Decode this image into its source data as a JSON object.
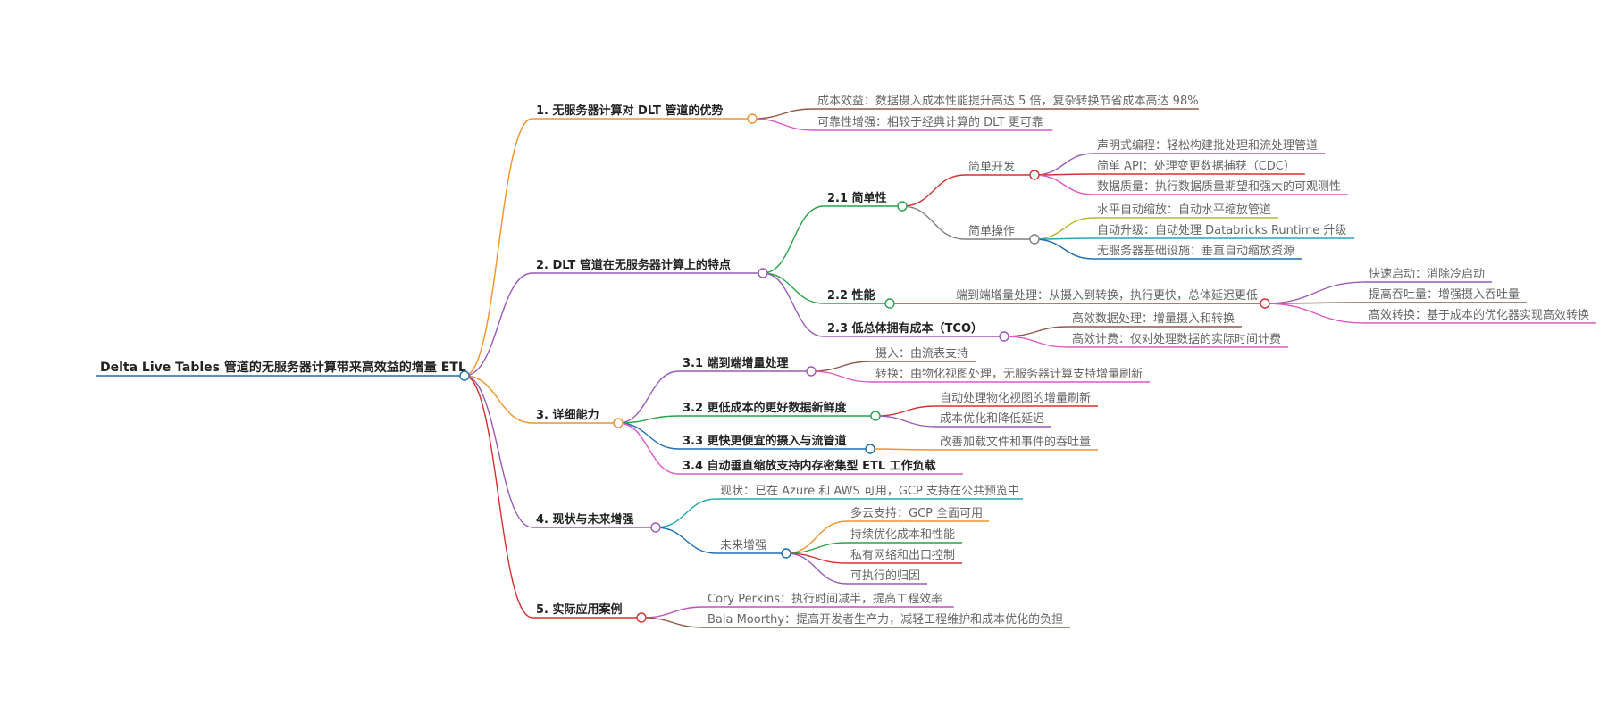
{
  "root": "Delta Live Tables 管道的无服务器计算带来高效益的增量 ETL",
  "colors": {
    "orange": "#f0932b",
    "purple": "#9b59b6",
    "red": "#d63031",
    "green": "#27a34a",
    "blue": "#1f6fb2",
    "teal": "#22a9b8",
    "pink": "#e056c8",
    "brown": "#8d5a4a",
    "olive": "#b8b820",
    "gray": "#7f7f7f",
    "magenta": "#c04fc0"
  },
  "branches": [
    {
      "label": "1. 无服务器计算对 DLT 管道的优势",
      "children": [
        "成本效益：数据摄入成本性能提升高达 5 倍，复杂转换节省成本高达 98%",
        "可靠性增强：相较于经典计算的 DLT 更可靠"
      ]
    },
    {
      "label": "2. DLT 管道在无服务器计算上的特点",
      "children": [
        {
          "label": "2.1 简单性",
          "children": [
            {
              "label": "简单开发",
              "children": [
                "声明式编程：轻松构建批处理和流处理管道",
                "简单 API：处理变更数据捕获（CDC）",
                "数据质量：执行数据质量期望和强大的可观测性"
              ]
            },
            {
              "label": "简单操作",
              "children": [
                "水平自动缩放：自动水平缩放管道",
                "自动升级：自动处理 Databricks Runtime 升级",
                "无服务器基础设施：垂直自动缩放资源"
              ]
            }
          ]
        },
        {
          "label": "2.2 性能",
          "children": [
            {
              "label": "端到端增量处理：从摄入到转换，执行更快，总体延迟更低",
              "children": [
                "快速启动：消除冷启动",
                "提高吞吐量：增强摄入吞吐量",
                "高效转换：基于成本的优化器实现高效转换"
              ]
            }
          ]
        },
        {
          "label": "2.3 低总体拥有成本（TCO）",
          "children": [
            "高效数据处理：增量摄入和转换",
            "高效计费：仅对处理数据的实际时间计费"
          ]
        }
      ]
    },
    {
      "label": "3. 详细能力",
      "children": [
        {
          "label": "3.1 端到端增量处理",
          "children": [
            "摄入：由流表支持",
            "转换：由物化视图处理，无服务器计算支持增量刷新"
          ]
        },
        {
          "label": "3.2 更低成本的更好数据新鲜度",
          "children": [
            "自动处理物化视图的增量刷新",
            "成本优化和降低延迟"
          ]
        },
        {
          "label": "3.3 更快更便宜的摄入与流管道",
          "children": [
            "改善加载文件和事件的吞吐量"
          ]
        },
        {
          "label": "3.4 自动垂直缩放支持内存密集型 ETL 工作负载",
          "children": []
        }
      ]
    },
    {
      "label": "4. 现状与未来增强",
      "children": [
        "现状：已在 Azure 和 AWS 可用，GCP 支持在公共预览中",
        {
          "label": "未来增强",
          "children": [
            "多云支持：GCP 全面可用",
            "持续优化成本和性能",
            "私有网络和出口控制",
            "可执行的归因"
          ]
        }
      ]
    },
    {
      "label": "5. 实际应用案例",
      "children": [
        "Cory Perkins：执行时间减半，提高工程效率",
        "Bala Moorthy：提高开发者生产力，减轻工程维护和成本优化的负担"
      ]
    }
  ]
}
